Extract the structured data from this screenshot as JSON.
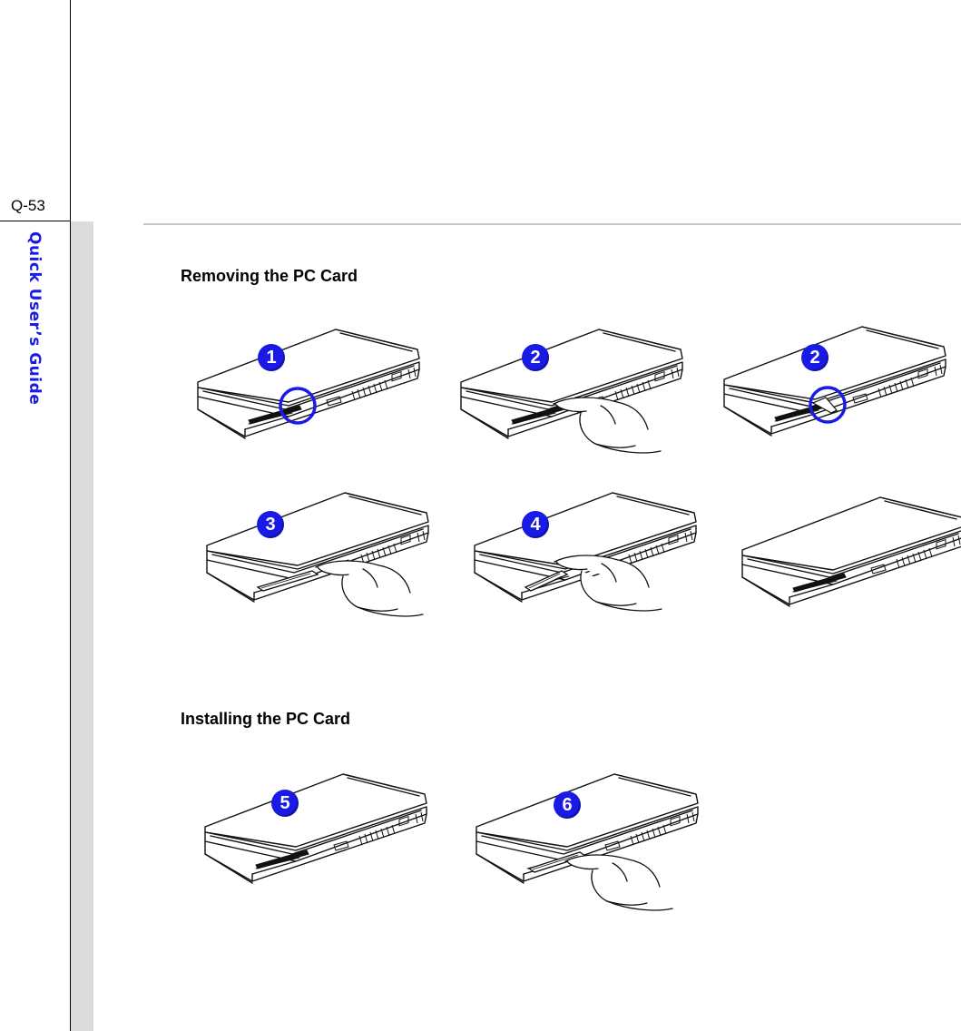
{
  "page": {
    "number": "Q-53",
    "side_title": "Quick User’s Guide"
  },
  "sections": [
    {
      "heading": "Removing the PC Card",
      "steps": [
        {
          "badge": "1",
          "icon": "laptop-release-button-icon"
        },
        {
          "badge": "2",
          "icon": "laptop-press-button-hand-icon"
        },
        {
          "badge": "2",
          "icon": "laptop-ejected-button-icon"
        },
        {
          "badge": "3",
          "icon": "laptop-press-button-card-out-icon"
        },
        {
          "badge": "4",
          "icon": "laptop-pull-card-hand-icon"
        },
        {
          "badge": "",
          "icon": "laptop-empty-slot-icon"
        }
      ]
    },
    {
      "heading": "Installing the PC Card",
      "steps": [
        {
          "badge": "5",
          "icon": "laptop-slot-icon"
        },
        {
          "badge": "6",
          "icon": "laptop-insert-card-hand-icon"
        }
      ]
    }
  ],
  "colors": {
    "accent": "#1a1ae6",
    "sidebar_gray": "#dcdcdc",
    "rule_gray": "#c8c8c8"
  }
}
